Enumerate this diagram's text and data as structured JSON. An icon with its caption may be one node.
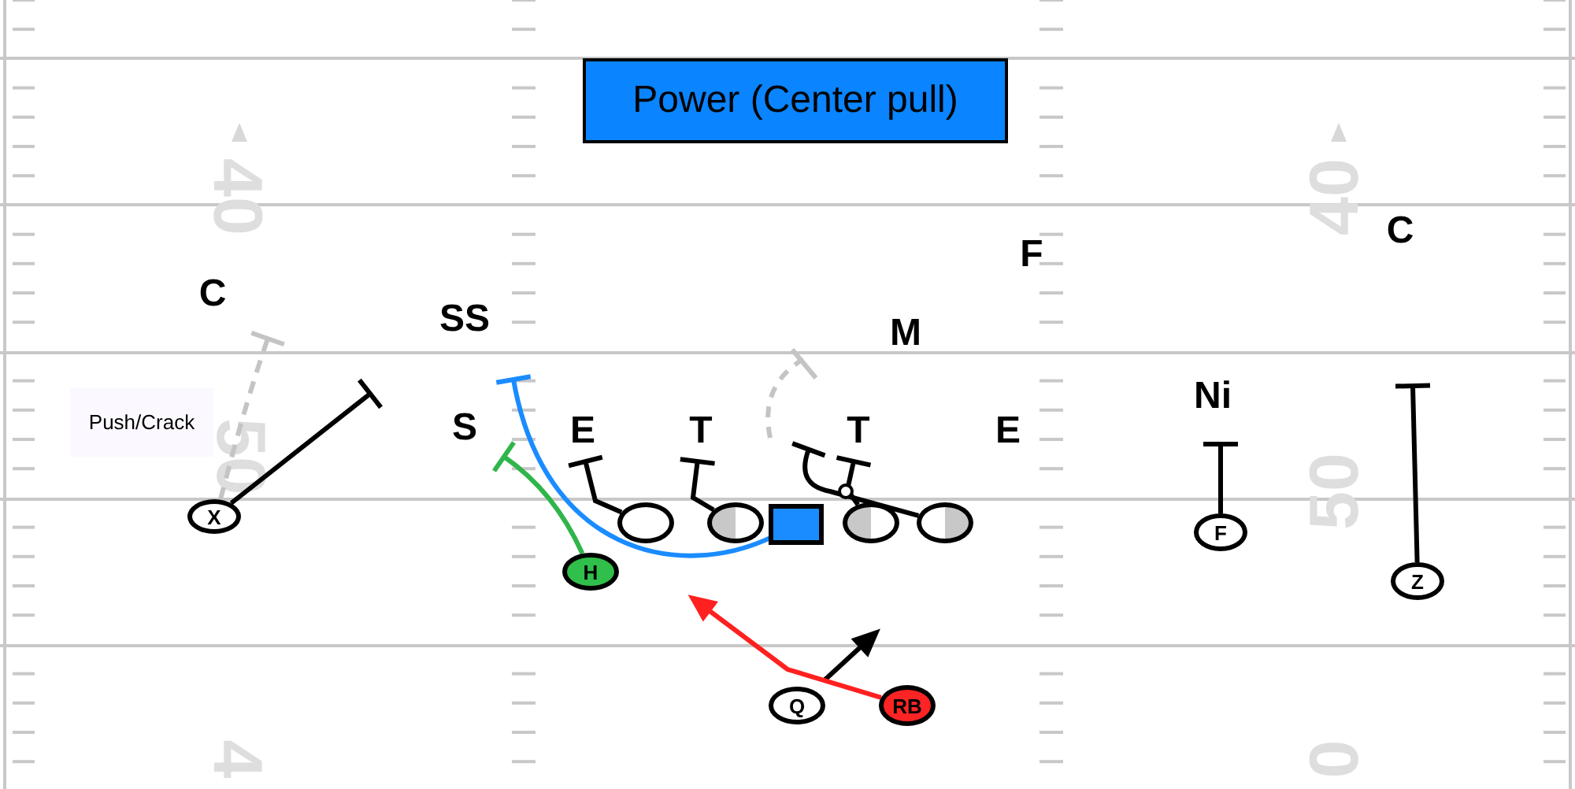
{
  "diagram": {
    "title": "Power (Center pull)",
    "nodes": [
      {
        "text": [
          "E"
        ]
      },
      {
        "text": [
          "T"
        ]
      },
      {
        "text": [
          "T"
        ]
      },
      {
        "text": [
          "X"
        ]
      },
      {
        "text": [],
        "shape": "oval"
      },
      {
        "text": [],
        "shape": "oval"
      },
      {
        "text": [],
        "shape": "box"
      },
      {
        "text": [],
        "shape": "oval"
      },
      {
        "text": [],
        "shape": "oval"
      },
      {
        "text": [
          "F"
        ]
      },
      {
        "text": [
          "H"
        ]
      },
      {
        "text": [
          "Z"
        ]
      },
      {
        "text": [
          "Q"
        ]
      },
      {
        "text": [
          "RB"
        ]
      }
    ],
    "edges": [
      {
        "from": 3,
        "to": null,
        "arrow": "other"
      },
      {
        "from": 3,
        "to": null,
        "arrow": "other",
        "style": "dashed",
        "color": "#c4c4c4"
      },
      {
        "from": 4,
        "to": 0,
        "arrow": "other"
      },
      {
        "from": 5,
        "to": 1,
        "arrow": "other"
      },
      {
        "from": 6,
        "to": null,
        "arrow": "other",
        "color": "#1a8cff"
      },
      {
        "from": 7,
        "to": 2,
        "arrow": "other"
      },
      {
        "from": 8,
        "to": 2,
        "arrow": "other"
      },
      {
        "from": 10,
        "to": null,
        "arrow": "other",
        "color": "#2fb54a"
      },
      {
        "from": 9,
        "to": null,
        "arrow": "other"
      },
      {
        "from": 11,
        "to": null,
        "arrow": "other"
      },
      {
        "from": 12,
        "to": null,
        "arrow": "to"
      },
      {
        "from": 13,
        "to": null,
        "arrow": "to",
        "color": "#ff2020"
      }
    ],
    "labels": [
      "40",
      "40",
      "C",
      "F",
      "C",
      "SS",
      "M",
      "Ni",
      "Push/Crack",
      "S",
      "E",
      "50",
      "50",
      "4",
      "0"
    ]
  }
}
